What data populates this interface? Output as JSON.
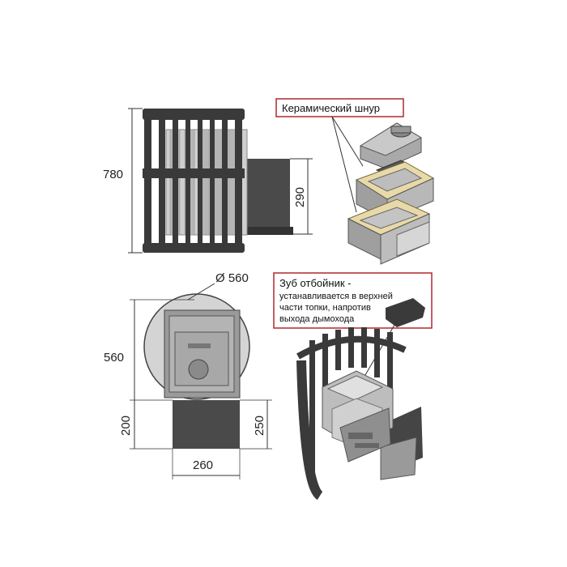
{
  "dimensions": {
    "height_total": "780",
    "chimney_height": "290",
    "diameter": "Ø 560",
    "depth": "560",
    "tunnel_length": "200",
    "tunnel_height": "250",
    "tunnel_width": "260"
  },
  "callouts": {
    "ceramic_cord": "Керамический шнур",
    "deflector_title": "Зуб отбойник -",
    "deflector_line1": "устанавливается в верхней",
    "deflector_line2": "части топки, напротив",
    "deflector_line3": "выхода дымохода"
  },
  "colors": {
    "frame": "#3a3a3a",
    "cast_iron": "#9a9a9a",
    "light_metal": "#d8d8d8",
    "callout_border": "#b0292e",
    "cord": "#e8d9a8"
  }
}
